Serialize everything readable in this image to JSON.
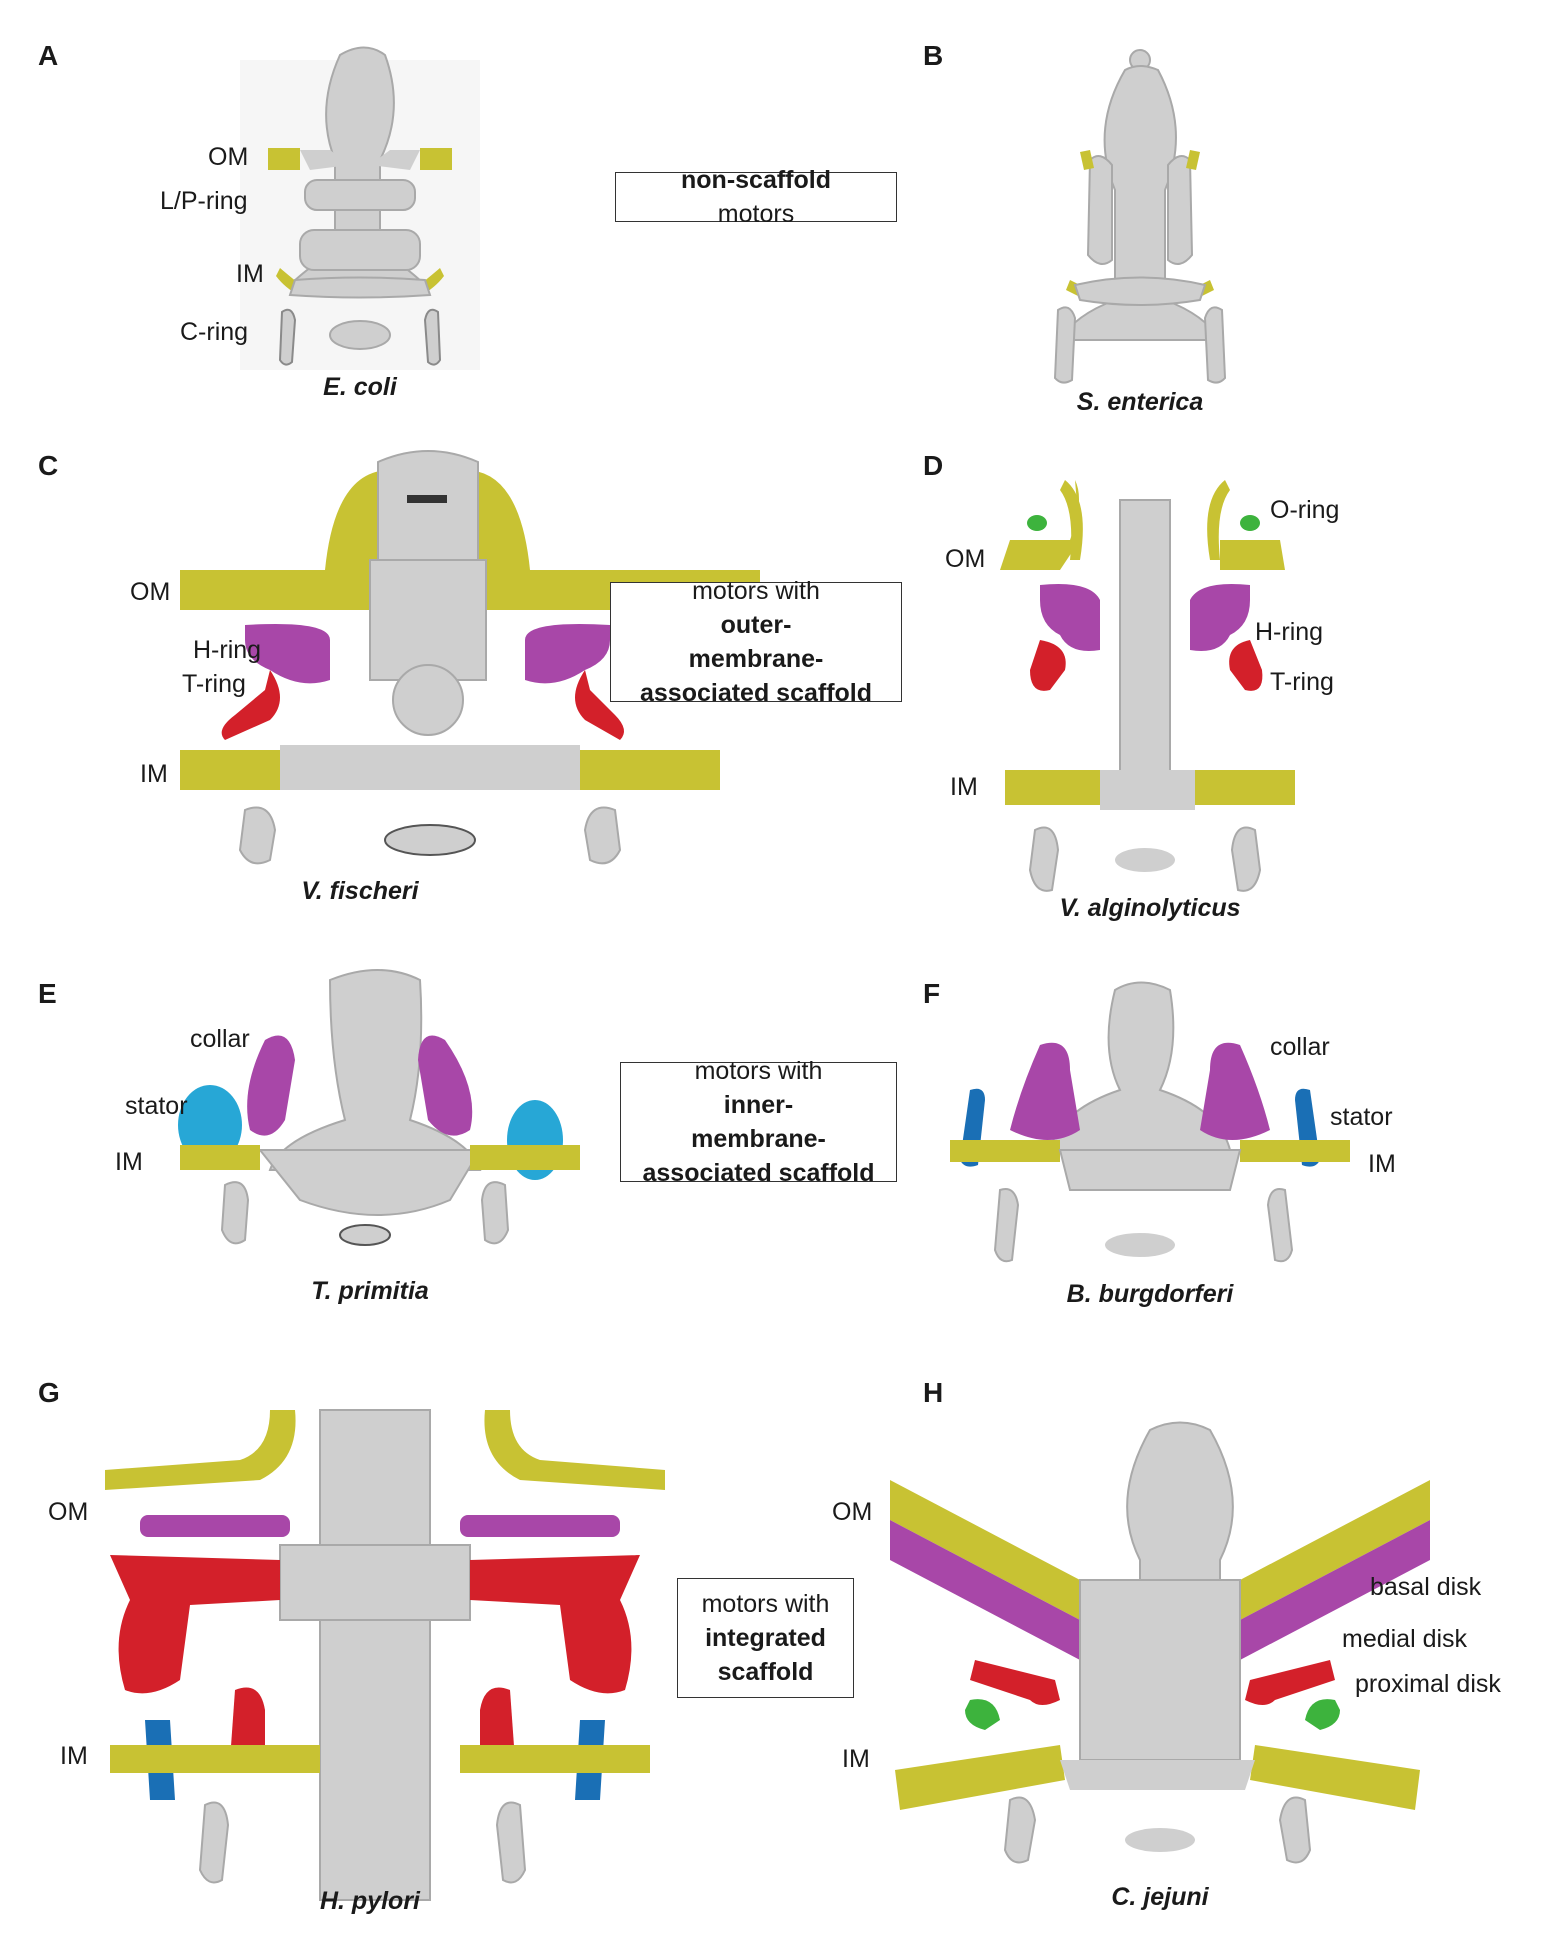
{
  "colors": {
    "grey": "#cfcfcf",
    "grey_dark": "#9e9e9e",
    "yellow": "#c8c233",
    "magenta": "#a847a8",
    "red": "#d3202a",
    "blue": "#1a6fb5",
    "cyan": "#27a7d6",
    "green": "#3db33d"
  },
  "panels": {
    "A": {
      "letter": "A",
      "species": "E. coli",
      "labels": {
        "om": "OM",
        "lp": "L/P-ring",
        "im": "IM",
        "c": "C-ring"
      }
    },
    "B": {
      "letter": "B",
      "species": "S. enterica"
    },
    "C": {
      "letter": "C",
      "species": "V. fischeri",
      "labels": {
        "om": "OM",
        "h": "H-ring",
        "t": "T-ring",
        "im": "IM"
      }
    },
    "D": {
      "letter": "D",
      "species": "V. alginolyticus",
      "labels": {
        "o": "O-ring",
        "om": "OM",
        "h": "H-ring",
        "t": "T-ring",
        "im": "IM"
      }
    },
    "E": {
      "letter": "E",
      "species": "T. primitia",
      "labels": {
        "collar": "collar",
        "stator": "stator",
        "im": "IM"
      }
    },
    "F": {
      "letter": "F",
      "species": "B. burgdorferi",
      "labels": {
        "collar": "collar",
        "stator": "stator",
        "im": "IM"
      }
    },
    "G": {
      "letter": "G",
      "species": "H. pylori",
      "labels": {
        "om": "OM",
        "im": "IM"
      }
    },
    "H": {
      "letter": "H",
      "species": "C. jejuni",
      "labels": {
        "om": "OM",
        "basal": "basal disk",
        "medial": "medial disk",
        "proximal": "proximal disk",
        "im": "IM"
      }
    }
  },
  "boxes": {
    "non_scaffold": {
      "bold": "non-scaffold",
      "rest": " motors"
    },
    "outer": {
      "line1_plain": "motors with ",
      "line1_bold": "outer-",
      "line2": "membrane-",
      "line3": "associated scaffold"
    },
    "inner": {
      "line1_plain": "motors with ",
      "line1_bold": "inner-",
      "line2": "membrane-",
      "line3": "associated scaffold"
    },
    "integrated": {
      "line1": "motors with",
      "line2": "integrated",
      "line3": "scaffold"
    }
  }
}
